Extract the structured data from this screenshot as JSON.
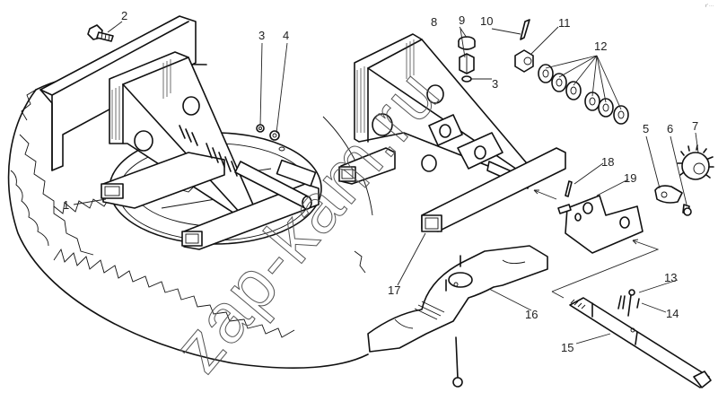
{
  "diagram": {
    "title": "Spare wheel carrier — exploded view",
    "watermark": "zap-kam.ru",
    "corner_mark": "r' ···",
    "callouts": [
      {
        "id": "1",
        "label": "1"
      },
      {
        "id": "2",
        "label": "2"
      },
      {
        "id": "3a",
        "label": "3"
      },
      {
        "id": "4",
        "label": "4"
      },
      {
        "id": "3b",
        "label": "3"
      },
      {
        "id": "5",
        "label": "5"
      },
      {
        "id": "6",
        "label": "6"
      },
      {
        "id": "7",
        "label": "7"
      },
      {
        "id": "8",
        "label": "8"
      },
      {
        "id": "9",
        "label": "9"
      },
      {
        "id": "10",
        "label": "10"
      },
      {
        "id": "11",
        "label": "11"
      },
      {
        "id": "12",
        "label": "12"
      },
      {
        "id": "13",
        "label": "13"
      },
      {
        "id": "14",
        "label": "14"
      },
      {
        "id": "15",
        "label": "15"
      },
      {
        "id": "16",
        "label": "16"
      },
      {
        "id": "17",
        "label": "17"
      },
      {
        "id": "18",
        "label": "18"
      },
      {
        "id": "19",
        "label": "19"
      }
    ],
    "colors": {
      "line": "#111111",
      "background": "#ffffff"
    }
  }
}
